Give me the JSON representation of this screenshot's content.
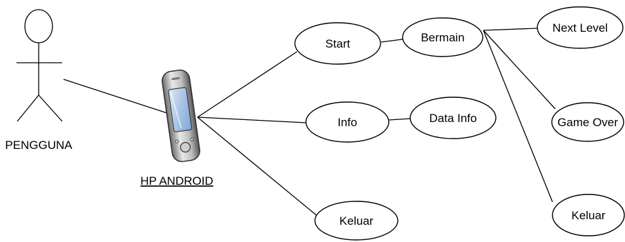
{
  "actor": {
    "label": "PENGGUNA"
  },
  "device": {
    "label": "HP ANDROID"
  },
  "use_cases": {
    "start": "Start",
    "bermain": "Bermain",
    "next_level": "Next Level",
    "game_over": "Game Over",
    "keluar_game": "Keluar",
    "info": "Info",
    "data_info": "Data Info",
    "keluar": "Keluar"
  }
}
